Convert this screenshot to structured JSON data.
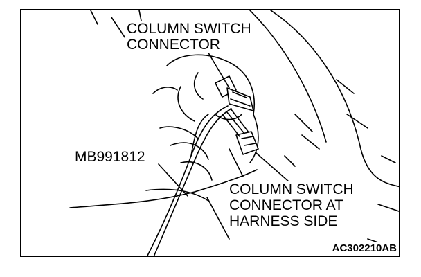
{
  "labels": {
    "column_switch_connector": [
      "COLUMN SWITCH",
      "CONNECTOR"
    ],
    "tool": "MB991812",
    "harness_side_connector": [
      "COLUMN SWITCH",
      "CONNECTOR AT",
      "HARNESS SIDE"
    ]
  },
  "figure_code": "AC302210AB"
}
